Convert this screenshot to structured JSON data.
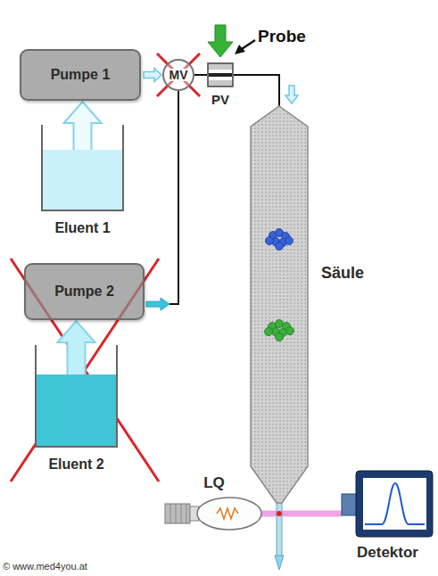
{
  "diagram": {
    "nodes": [
      {
        "text": [
          "Pumpe 1"
        ]
      },
      {
        "text": [
          "MV"
        ]
      },
      {
        "text": [
          "PV"
        ]
      },
      {
        "text": [
          "Eluent 1"
        ]
      },
      {
        "text": [
          "Pumpe 2"
        ]
      },
      {
        "text": [
          "Säule"
        ]
      },
      {
        "text": [
          "Eluent 2"
        ]
      },
      {
        "text": [
          "LQ"
        ]
      },
      {
        "text": [
          "Detektor"
        ]
      }
    ],
    "edges": [
      {
        "from": 3,
        "to": 0,
        "arrow": "to"
      },
      {
        "from": 0,
        "to": 1,
        "arrow": "to"
      },
      {
        "from": 1,
        "to": 2,
        "arrow": "none"
      },
      {
        "from": 2,
        "to": 5,
        "arrow": "to"
      },
      {
        "from": 6,
        "to": 4,
        "arrow": "to"
      },
      {
        "from": 4,
        "to": 1,
        "arrow": "to"
      },
      {
        "from": 7,
        "to": 8,
        "arrow": "none"
      }
    ],
    "labels": [
      "Probe",
      "© www.med4you.at"
    ]
  }
}
